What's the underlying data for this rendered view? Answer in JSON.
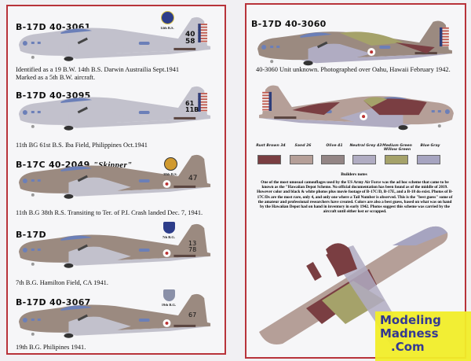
{
  "colors": {
    "border": "#b8333a",
    "silver": "#c2c1cc",
    "olive_drab": "#8b7a72",
    "tan": "#9b8a80",
    "rust": "#7a3e42",
    "sand": "#b59f98",
    "olive": "#938585",
    "neutral_grey": "#b0acc2",
    "green": "#a5a26a",
    "blue_gray": "#a6a4c0",
    "logo_bg": "#f2ee2a",
    "logo_text": "#2a2f8f"
  },
  "left": {
    "aircraft": [
      {
        "title": "B-17D 40-3061",
        "tail": "40\n58",
        "badge": "14th B.S.",
        "caption": [
          "Identified as a 19 B.W. 14th B.S. Darwin Austrailia Sept.1941",
          "Marked as a 5th B.W. aircraft."
        ]
      },
      {
        "title": "B-17D 40-3095",
        "tail": "61\n11B",
        "caption": [
          "11th BG 61st B.S. Iba Field, Philippines Oct.1941"
        ]
      },
      {
        "title": "B-17C 40-2049",
        "nickname": "\"Skipper\"",
        "tail": "47",
        "badge": "38th R.S.",
        "caption": [
          "11th B.G 38th R.S. Transiting to Ter. of P.I. Crash landed Dec. 7, 1941."
        ]
      },
      {
        "title": "B-17D",
        "tail": "13\n78",
        "badge": "7th B.G.",
        "caption": [
          "7th B.G.  Hamilton Field, CA 1941."
        ]
      },
      {
        "title": "B-17D 40-3067",
        "tail": "67",
        "badge": "19th B.G.",
        "caption": [
          "19th B.G. Philipines 1941."
        ]
      }
    ]
  },
  "right": {
    "title": "B-17D 40-3060",
    "caption": "40-3060 Unit unknown. Photographed over Oahu,  Hawaii February 1942.",
    "swatches": [
      {
        "label": "Rust Brown 34",
        "color": "#7a3e42"
      },
      {
        "label": "Sand 26",
        "color": "#b59f98"
      },
      {
        "label": "Olive 41",
        "color": "#938585"
      },
      {
        "label": "Neutral Grey 43",
        "color": "#b0acc2"
      },
      {
        "label": "Medium Green Willow Green",
        "color": "#a5a26a"
      },
      {
        "label": "Blue Gray",
        "color": "#a6a4c0"
      }
    ],
    "notes_heading": "Builders notes",
    "notes": "One of the most unusual camouflages used by the US Army Air Force was the ad hoc scheme that came to be known as the \"Hawaiian Depot Scheme. No official documentation has been found as of the middle of 2019. However color and black & white photos plus movie footage of B-17C/D, B-17E, and a B-18 do exist. Photos of B-17C/Ds are the most rare, only 4, and only one where a Tail Number is observed. This is the \"best guess\" some of the amateur and professional researchers have created. Colors are also a best guess, based on what was on hand by the Hawaiian Depot had on hand in inventory in early 1942. Photos suggest this scheme was carried by the aircraft until either lost or scrapped."
  },
  "logo": {
    "line1": "Modeling",
    "line2": "Madness",
    ".com": ".Com"
  }
}
